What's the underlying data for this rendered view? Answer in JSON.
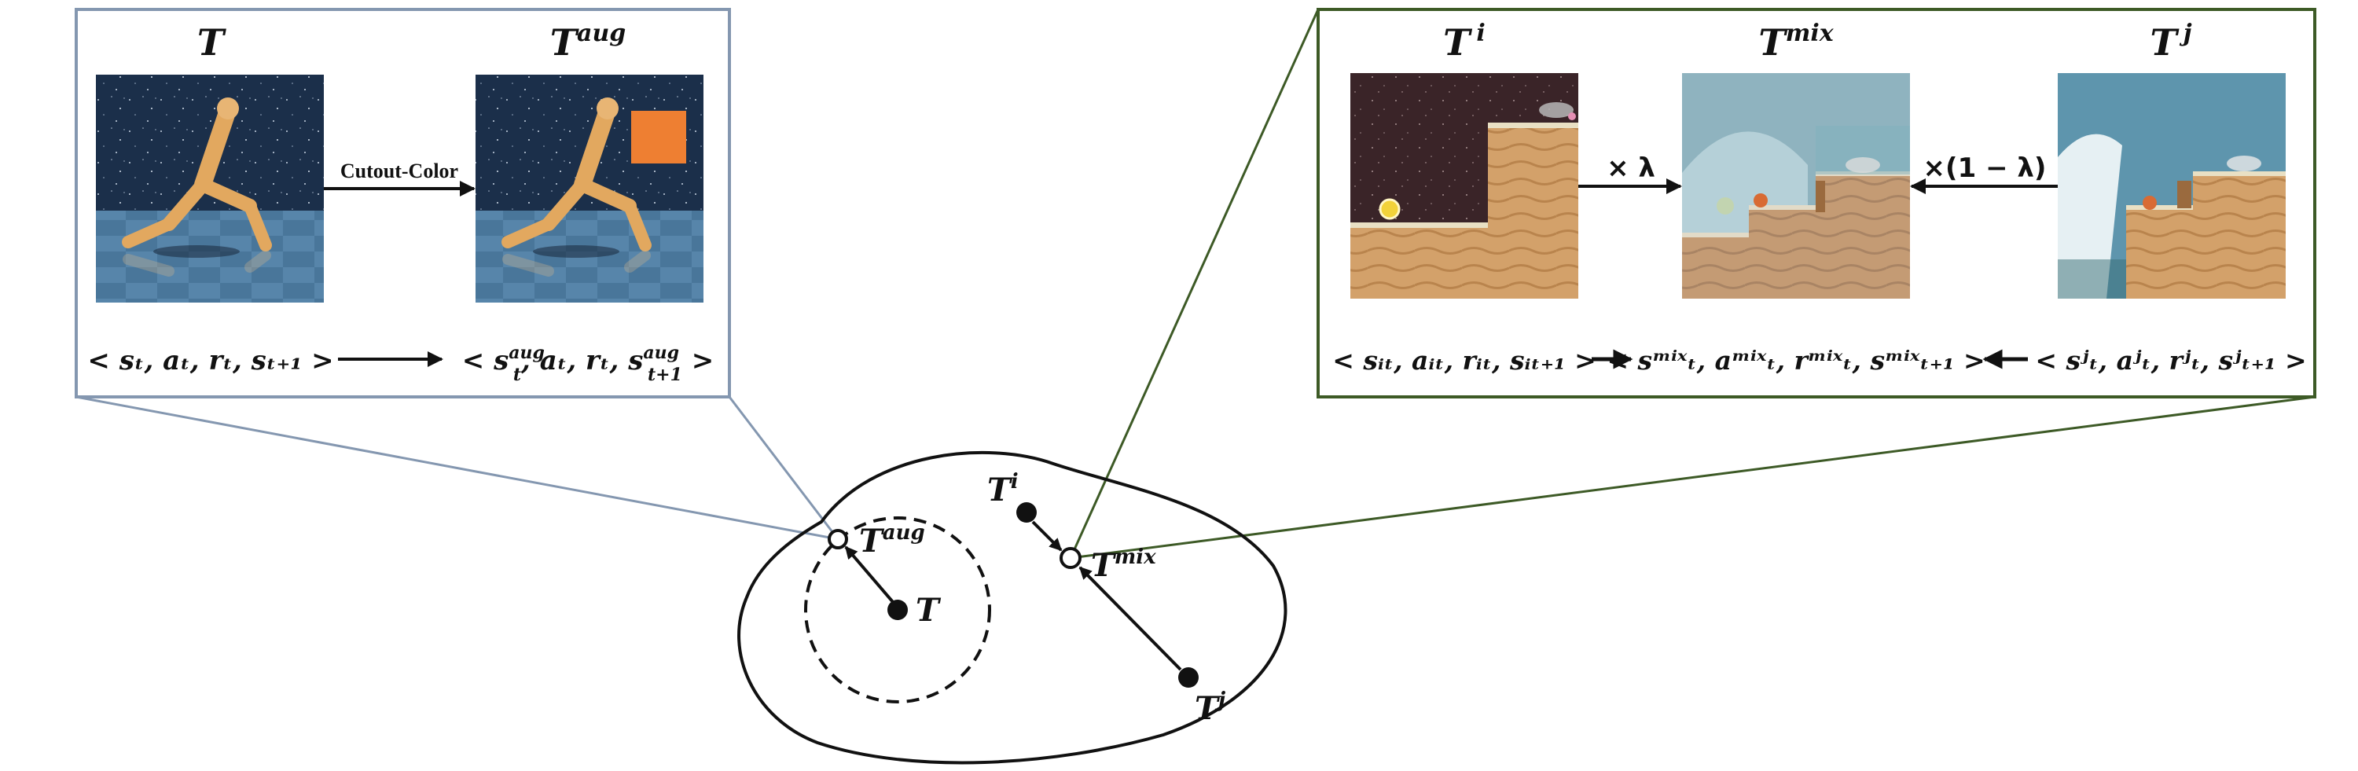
{
  "colors": {
    "left_panel_border": "#8497b0",
    "right_panel_border": "#3d5a26",
    "ink": "#111111",
    "augment_square": "#ee7f32",
    "walker_body": "#e2a85f",
    "sky_dark": "#1b2f4a",
    "floor_blue": "#3d6a8e",
    "coinrun_sky_dark": "#3a2428",
    "coinrun_sky_blue": "#5e95ad",
    "coinrun_ground": "#d3a16a"
  },
  "left_panel": {
    "title_original": {
      "base": "T",
      "sup": ""
    },
    "title_augmented": {
      "base": "T",
      "sup": "aug"
    },
    "arrow_label": "Cutout-Color",
    "transition_original": "< sₜ, aₜ, rₜ, sₜ₊₁ >",
    "transition_augmented": {
      "prefix": "< s",
      "sup": "aug",
      "sub": "t",
      "middle": ", aₜ, rₜ, s",
      "sup2": "aug",
      "sub2": "t+1",
      "suffix": " >"
    },
    "images": [
      "walker-original-frame",
      "walker-augmented-frame"
    ]
  },
  "right_panel": {
    "title_i": {
      "base": "T",
      "sup": "i"
    },
    "title_mix": {
      "base": "T",
      "sup": "mix"
    },
    "title_j": {
      "base": "T",
      "sup": "j"
    },
    "weight_left": "× λ",
    "weight_right": "×(1 − λ)",
    "transition_i": "< sᵢₜ, aᵢₜ, rᵢₜ, sᵢₜ₊₁ >",
    "transition_mix": "< sᵐⁱˣₜ, aᵐⁱˣₜ, rᵐⁱˣₜ, sᵐⁱˣₜ₊₁ >",
    "transition_j": "< sʲₜ, aʲₜ, rʲₜ, sʲₜ₊₁ >",
    "images": [
      "coinrun-level-i",
      "coinrun-level-mix",
      "coinrun-level-j"
    ]
  },
  "blob": {
    "point_T": {
      "base": "T",
      "sup": ""
    },
    "point_T_aug": {
      "base": "T",
      "sup": "aug"
    },
    "point_T_i": {
      "base": "T",
      "sup": "i"
    },
    "point_T_mix": {
      "base": "T",
      "sup": "mix"
    },
    "point_T_j": {
      "base": "T",
      "sup": "j"
    }
  }
}
